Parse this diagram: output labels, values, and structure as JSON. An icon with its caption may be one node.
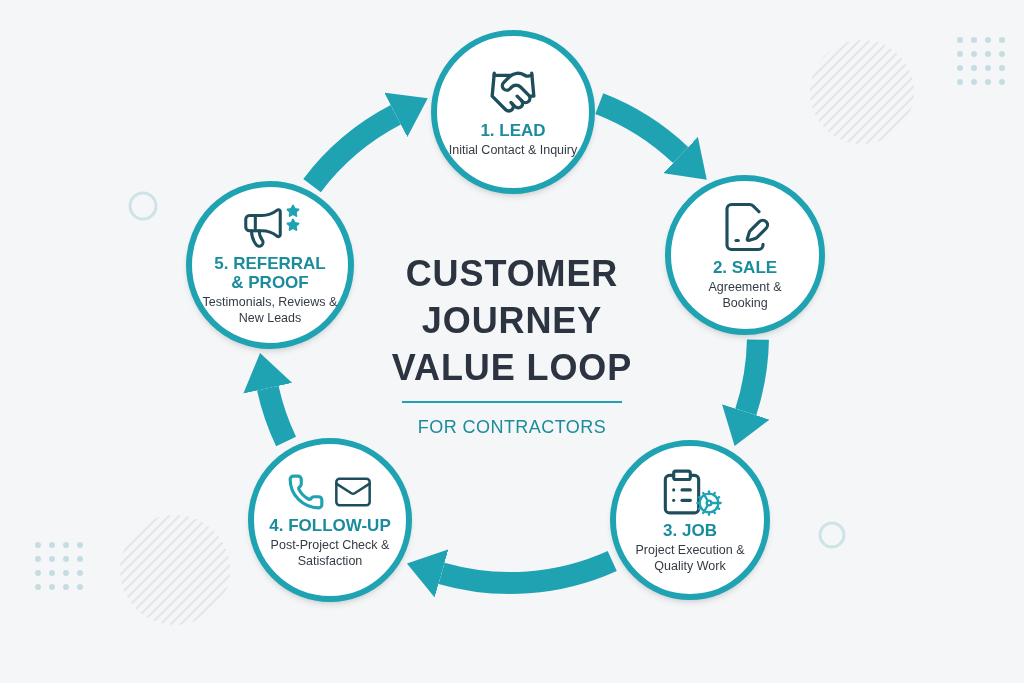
{
  "diagram": {
    "title": "CUSTOMER JOURNEY VALUE LOOP",
    "nodes": [
      {
        "text": [
          "1. LEAD",
          "Initial Contact & Inquiry"
        ]
      },
      {
        "text": [
          "2. SALE",
          "Agreement & Booking"
        ]
      },
      {
        "text": [
          "3. JOB",
          "Project Execution & Quality Work"
        ]
      },
      {
        "text": [
          "4. FOLLOW-UP",
          "Post-Project Check & Satisfaction"
        ]
      },
      {
        "text": [
          "5. REFERRAL & PROOF",
          "Testimonials, Reviews & New Leads"
        ]
      }
    ],
    "edges": [
      {
        "from": 0,
        "to": 1,
        "arrow": "to"
      },
      {
        "from": 1,
        "to": 2,
        "arrow": "to"
      },
      {
        "from": 2,
        "to": 3,
        "arrow": "to"
      },
      {
        "from": 3,
        "to": 4,
        "arrow": "to"
      },
      {
        "from": 4,
        "to": 0,
        "arrow": "to"
      }
    ],
    "labels": [
      "FOR CONTRACTORS"
    ]
  }
}
